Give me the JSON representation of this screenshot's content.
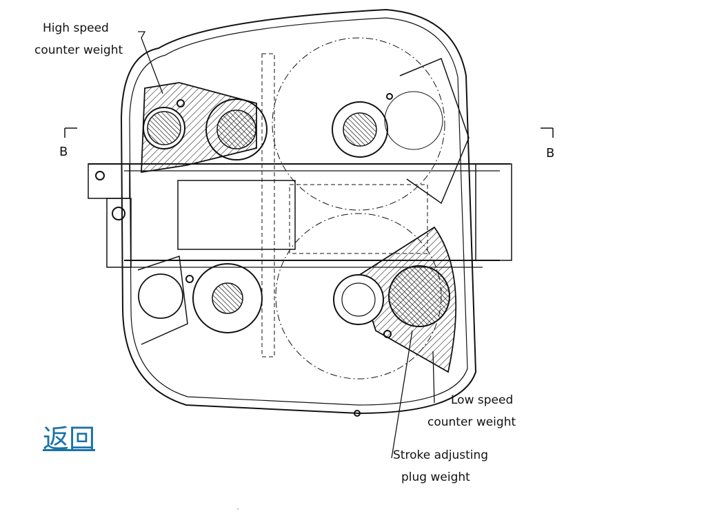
{
  "labels": {
    "high_speed_line1": "High speed",
    "high_speed_line2": "counter weight",
    "low_speed_line1": "Low speed",
    "low_speed_line2": "counter weight",
    "stroke_line1": "Stroke adjusting",
    "stroke_line2": "plug weight",
    "section_left": "B",
    "section_right": "B"
  },
  "nav": {
    "back_label": "返回"
  }
}
